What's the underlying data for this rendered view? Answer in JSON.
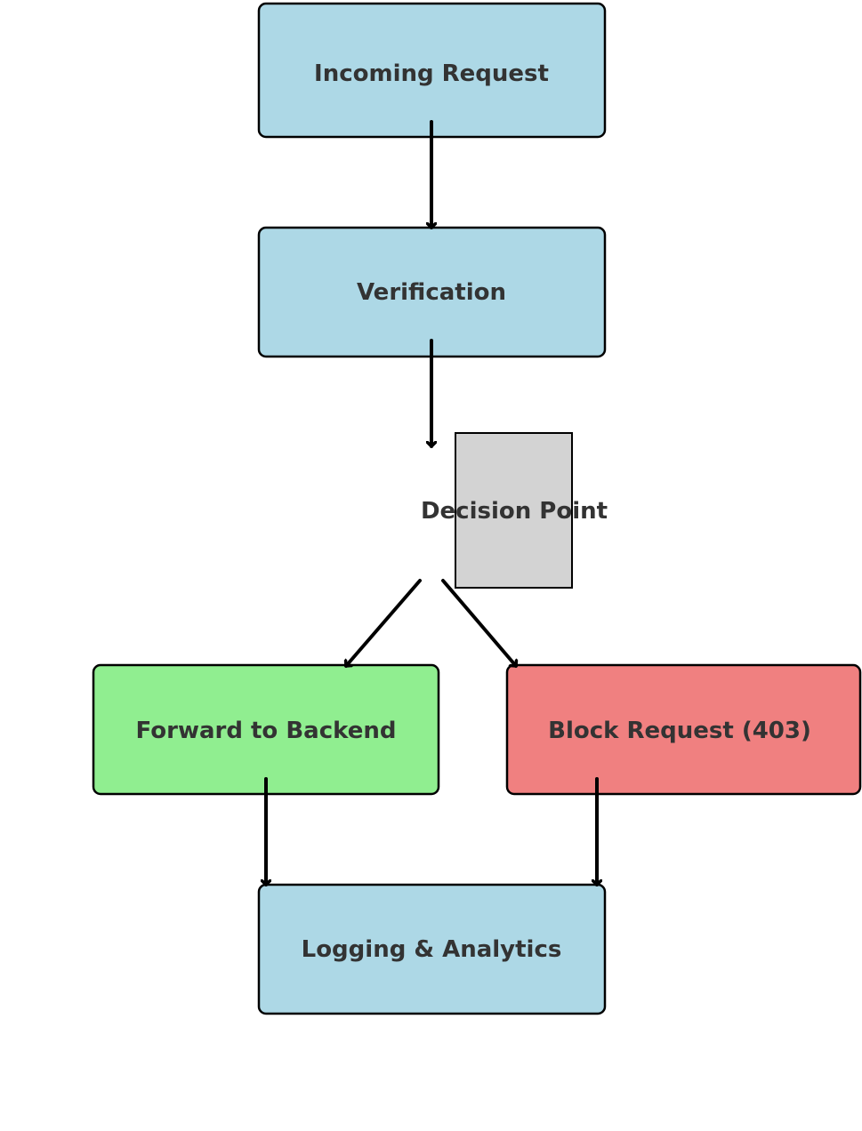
{
  "nodes": {
    "incoming": {
      "icon": "",
      "label": "Incoming Request",
      "color": "#add8e6"
    },
    "verification": {
      "icon": "",
      "label": "Verification",
      "color": "#add8e6"
    },
    "decision": {
      "label": "Decision Point",
      "color": "#d3d3d3"
    },
    "forward": {
      "icon": "",
      "label": "Forward to Backend",
      "color": "#90ee90"
    },
    "block": {
      "icon": "",
      "label": "Block Request (403)",
      "color": "#f08080"
    },
    "logging": {
      "icon": "",
      "label": "Logging & Analytics",
      "color": "#add8e6"
    }
  },
  "icons": {
    "incoming": "inbox-icon",
    "verification": "shield-icon",
    "forward": "check-icon",
    "block": "block-icon",
    "logging": "chart-icon"
  },
  "colors": {
    "text": "#333333",
    "stroke": "#000000"
  }
}
